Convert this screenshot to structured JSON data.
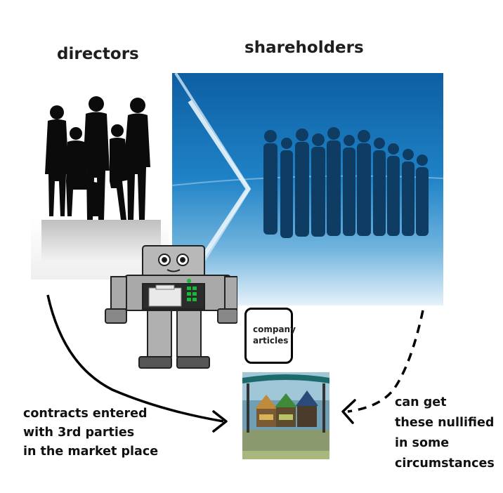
{
  "labels": {
    "directors": "directors",
    "shareholders": "shareholders",
    "articles": [
      "company",
      "articles"
    ],
    "contracts": [
      "contracts entered",
      "with 3rd parties",
      "in the market place"
    ],
    "nullified": [
      "can get",
      "these nullified",
      "in some",
      "circumstances"
    ]
  },
  "colors": {
    "ink": "#111111",
    "panel_blue_dark": "#0a5a9a",
    "panel_blue_light": "#d9ecf7",
    "silhouette_dark": "#0b0b0b",
    "silhouette_blue": "#0e3c63",
    "robot_gray": "#a9a9a9",
    "robot_screen": "#2b2b2b",
    "robot_green": "#18b83b"
  },
  "icons": {
    "directors": "business-people-silhouette-icon",
    "shareholders": "crowd-silhouette-icon",
    "robot": "robot-company-icon",
    "market": "market-stalls-icon"
  }
}
